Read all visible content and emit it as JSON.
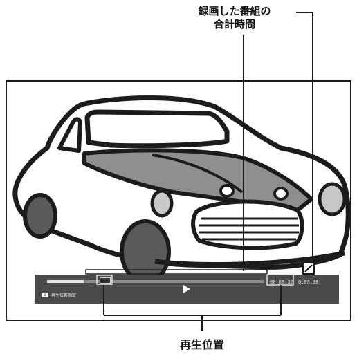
{
  "callouts": {
    "total_recorded_time_line1": "録画した番組の",
    "total_recorded_time_line2": "合計時間",
    "playback_position": "再生位置"
  },
  "player": {
    "current_time": "00:00:32",
    "total_time": "0:03:10",
    "progress_fraction": 0.168,
    "seek_key_badge": "青",
    "seek_key_label": "再生位置指定"
  },
  "icons": {
    "play": "play-icon"
  },
  "colors": {
    "control_bar": "#4a4a4a",
    "car_body": "#ffffff",
    "car_dark": "#8f8f8f",
    "outline": "#1c1c1c"
  }
}
